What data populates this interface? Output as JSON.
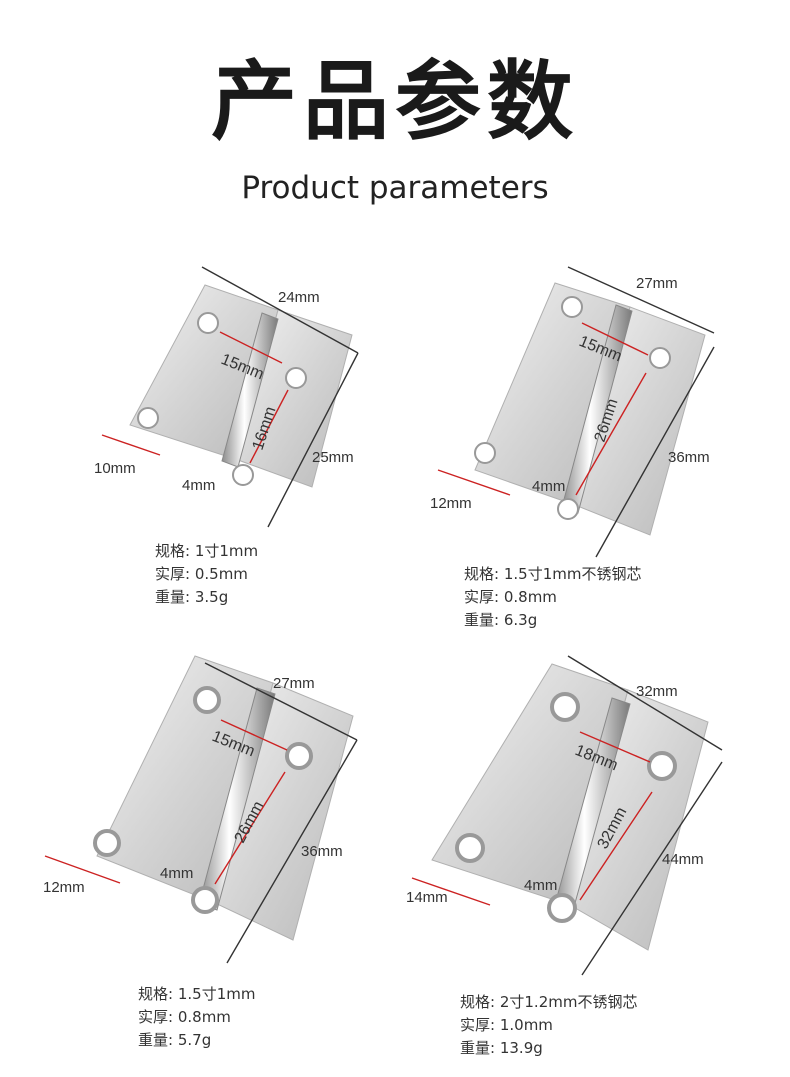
{
  "header": {
    "title_cn": "产品参数",
    "title_en": "Product parameters"
  },
  "colors": {
    "steel_light": "#e8e8e8",
    "steel_dark": "#a9a9a9",
    "dimension_line": "#cc2222",
    "text": "#333333"
  },
  "products": [
    {
      "dims": {
        "width": "24mm",
        "height": "25mm",
        "hole_span": "15mm",
        "pin_length": "16mm",
        "edge": "10mm",
        "pin": "4mm"
      },
      "specs": [
        {
          "label": "规格:",
          "value": "1寸1mm"
        },
        {
          "label": "实厚:",
          "value": "0.5mm"
        },
        {
          "label": "重量:",
          "value": "3.5g"
        }
      ]
    },
    {
      "dims": {
        "width": "27mm",
        "height": "36mm",
        "hole_span": "15mm",
        "pin_length": "26mm",
        "edge": "12mm",
        "pin": "4mm"
      },
      "specs": [
        {
          "label": "规格:",
          "value": "1.5寸1mm不锈钢芯"
        },
        {
          "label": "实厚:",
          "value": "0.8mm"
        },
        {
          "label": "重量:",
          "value": "6.3g"
        }
      ]
    },
    {
      "dims": {
        "width": "27mm",
        "height": "36mm",
        "hole_span": "15mm",
        "pin_length": "26mm",
        "edge": "12mm",
        "pin": "4mm"
      },
      "specs": [
        {
          "label": "规格:",
          "value": "1.5寸1mm"
        },
        {
          "label": "实厚:",
          "value": "0.8mm"
        },
        {
          "label": "重量:",
          "value": "5.7g"
        }
      ]
    },
    {
      "dims": {
        "width": "32mm",
        "height": "44mm",
        "hole_span": "18mm",
        "pin_length": "32mm",
        "edge": "14mm",
        "pin": "4mm"
      },
      "specs": [
        {
          "label": "规格:",
          "value": "2寸1.2mm不锈钢芯"
        },
        {
          "label": "实厚:",
          "value": "1.0mm"
        },
        {
          "label": "重量:",
          "value": "13.9g"
        }
      ]
    }
  ]
}
